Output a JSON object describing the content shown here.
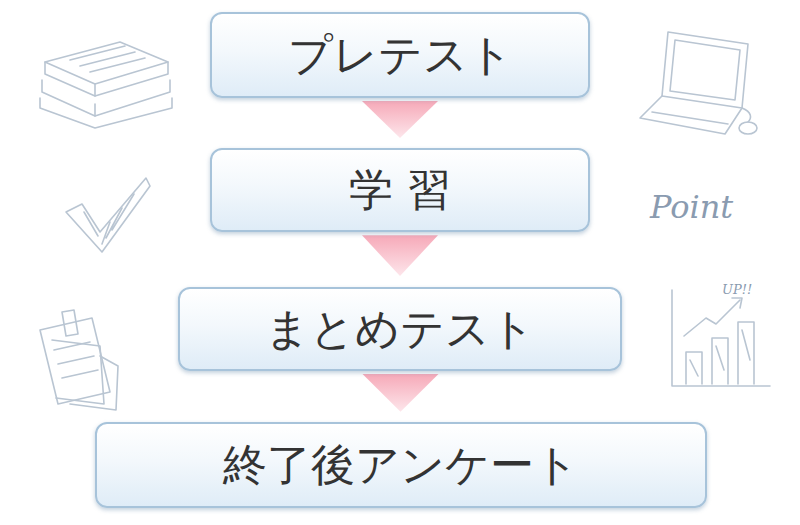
{
  "diagram": {
    "nodes": [
      {
        "text": [
          "プレテスト"
        ]
      },
      {
        "text": [
          "学 習"
        ]
      },
      {
        "text": [
          "まとめテスト"
        ]
      },
      {
        "text": [
          "終了後アンケート"
        ]
      }
    ],
    "edges": [
      {
        "from": 0,
        "to": 1,
        "arrow": "to"
      },
      {
        "from": 1,
        "to": 2,
        "arrow": "to"
      },
      {
        "from": 2,
        "to": 3,
        "arrow": "to"
      }
    ],
    "labels": [
      "Point",
      "UP!!"
    ]
  }
}
